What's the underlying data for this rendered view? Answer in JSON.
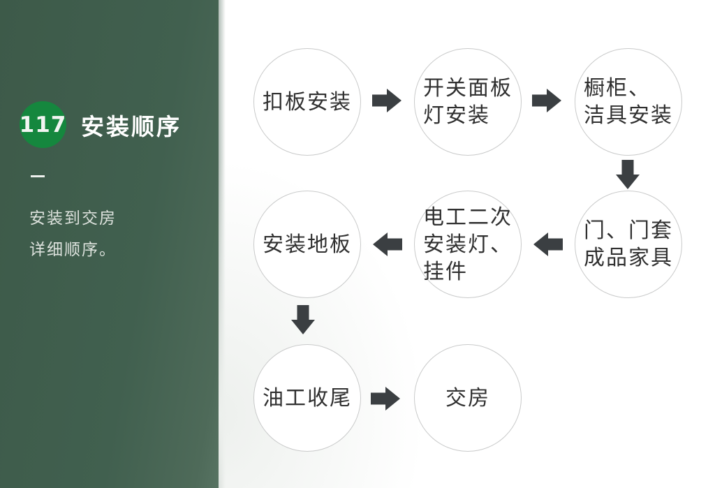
{
  "sidebar": {
    "number": "117",
    "title": "安装顺序",
    "description_lines": [
      "安装到交房",
      "详细顺序。"
    ]
  },
  "flowchart": {
    "nodes": [
      {
        "name": "ceiling-panel-install",
        "lines": [
          "扣板安装"
        ]
      },
      {
        "name": "switch-panel-light-install",
        "lines": [
          "开关面板",
          "灯安装"
        ]
      },
      {
        "name": "cabinet-sanitary-install",
        "lines": [
          "橱柜、",
          "洁具安装"
        ]
      },
      {
        "name": "door-frame-furniture",
        "lines": [
          "门、门套",
          "成品家具"
        ]
      },
      {
        "name": "electrician-secondary-install",
        "lines": [
          "电工二次",
          "安装灯、",
          "挂件"
        ]
      },
      {
        "name": "floor-install",
        "lines": [
          "安装地板"
        ]
      },
      {
        "name": "painter-finishing",
        "lines": [
          "油工收尾"
        ]
      },
      {
        "name": "handover",
        "lines": [
          "交房"
        ]
      }
    ],
    "flow_directions": [
      "right",
      "right",
      "down",
      "left",
      "left",
      "down",
      "right"
    ]
  },
  "colors": {
    "sidebar_background": "#40604E",
    "badge_green": "#15873E",
    "arrow_gray": "#3B3F42",
    "node_border": "#C9CACA",
    "node_text": "#303030"
  }
}
